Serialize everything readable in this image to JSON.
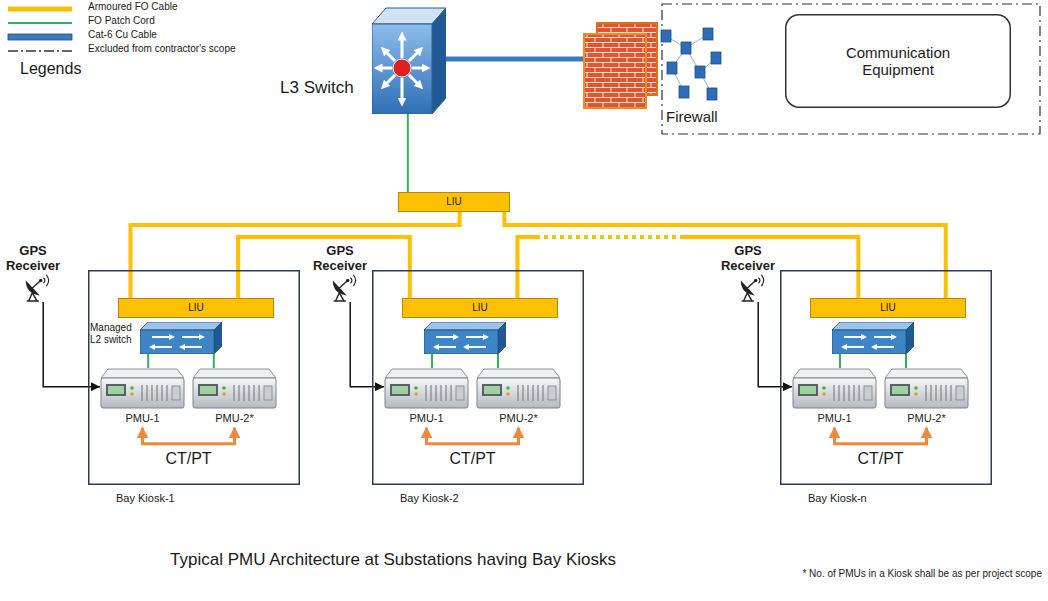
{
  "diagram": {
    "caption": "Typical PMU Architecture at Substations having Bay Kiosks",
    "nodes": [
      {
        "text": [
          "L3 Switch"
        ]
      },
      {
        "text": [
          "Firewall"
        ]
      },
      {
        "text": [
          "Communication Equipment"
        ]
      },
      {
        "text": [
          "LIU"
        ]
      },
      {
        "text": [
          "GPS Receiver"
        ]
      },
      {
        "text": [
          "Bay Kiosk-1"
        ]
      },
      {
        "text": [
          "LIU"
        ],
        "in": 5
      },
      {
        "text": [
          "Managed L2 switch"
        ],
        "in": 5
      },
      {
        "text": [
          "PMU-1"
        ],
        "in": 5
      },
      {
        "text": [
          "PMU-2*"
        ],
        "in": 5
      },
      {
        "text": [
          "GPS Receiver"
        ]
      },
      {
        "text": [
          "Bay Kiosk-2"
        ]
      },
      {
        "text": [
          "LIU"
        ],
        "in": 11
      },
      {
        "text": [
          "PMU-1"
        ],
        "in": 11
      },
      {
        "text": [
          "PMU-2*"
        ],
        "in": 11
      },
      {
        "text": [
          "GPS Receiver"
        ]
      },
      {
        "text": [
          "Bay Kiosk-n"
        ]
      },
      {
        "text": [
          "LIU"
        ],
        "in": 16
      },
      {
        "text": [
          "PMU-1"
        ],
        "in": 16
      },
      {
        "text": [
          "PMU-2*"
        ],
        "in": 16
      }
    ],
    "edges": [
      {
        "from": 0,
        "to": 1,
        "arrow": "none"
      },
      {
        "from": 0,
        "to": 3,
        "arrow": "none"
      },
      {
        "from": 3,
        "to": 6,
        "arrow": "none"
      },
      {
        "from": 6,
        "to": 12,
        "arrow": "none"
      },
      {
        "from": 12,
        "to": 17,
        "arrow": "none"
      },
      {
        "from": 3,
        "to": 17,
        "arrow": "none"
      },
      {
        "from": 7,
        "to": 8,
        "arrow": "none"
      },
      {
        "from": 7,
        "to": 9,
        "arrow": "none"
      },
      {
        "from": 4,
        "to": 8,
        "arrow": "to"
      },
      {
        "from": 8,
        "to": 9,
        "arrow": "both",
        "label": "CT/PT"
      },
      {
        "from": 10,
        "to": 13,
        "arrow": "to"
      },
      {
        "from": 13,
        "to": 14,
        "arrow": "both",
        "label": "CT/PT"
      },
      {
        "from": 15,
        "to": 18,
        "arrow": "to"
      },
      {
        "from": 18,
        "to": 19,
        "arrow": "both",
        "label": "CT/PT"
      }
    ],
    "labels": [
      "Legends",
      "* No. of PMUs in a Kiosk shall be as per project scope"
    ],
    "legend": [
      {
        "text": "Armoured FO Cable"
      },
      {
        "text": "FO Patch Cord"
      },
      {
        "text": "Cat-6 Cu Cable"
      },
      {
        "text": "Excluded from contractor's scope"
      }
    ]
  }
}
